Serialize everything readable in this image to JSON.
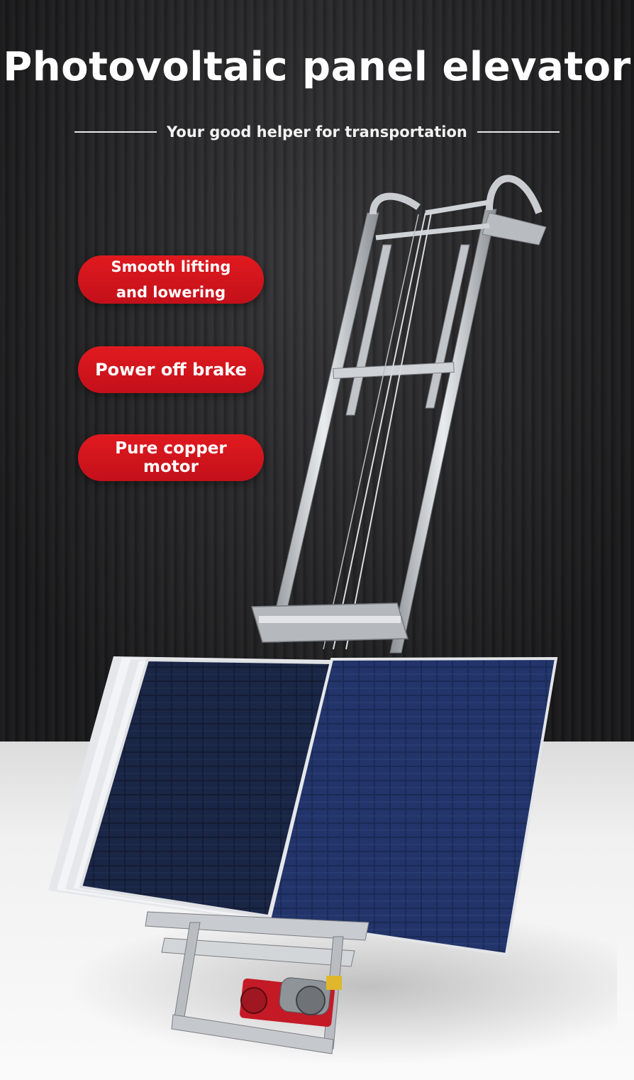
{
  "header": {
    "title": "Photovoltaic panel elevator",
    "subtitle": "Your good helper for transportation"
  },
  "features": [
    {
      "label_line1": "Smooth lifting",
      "label_line2": "and lowering"
    },
    {
      "label": "Power off brake"
    },
    {
      "label": "Pure copper motor"
    }
  ],
  "colors": {
    "accent": "#d3141c",
    "background": "#2a2a2c",
    "panel": "#1b2745"
  }
}
